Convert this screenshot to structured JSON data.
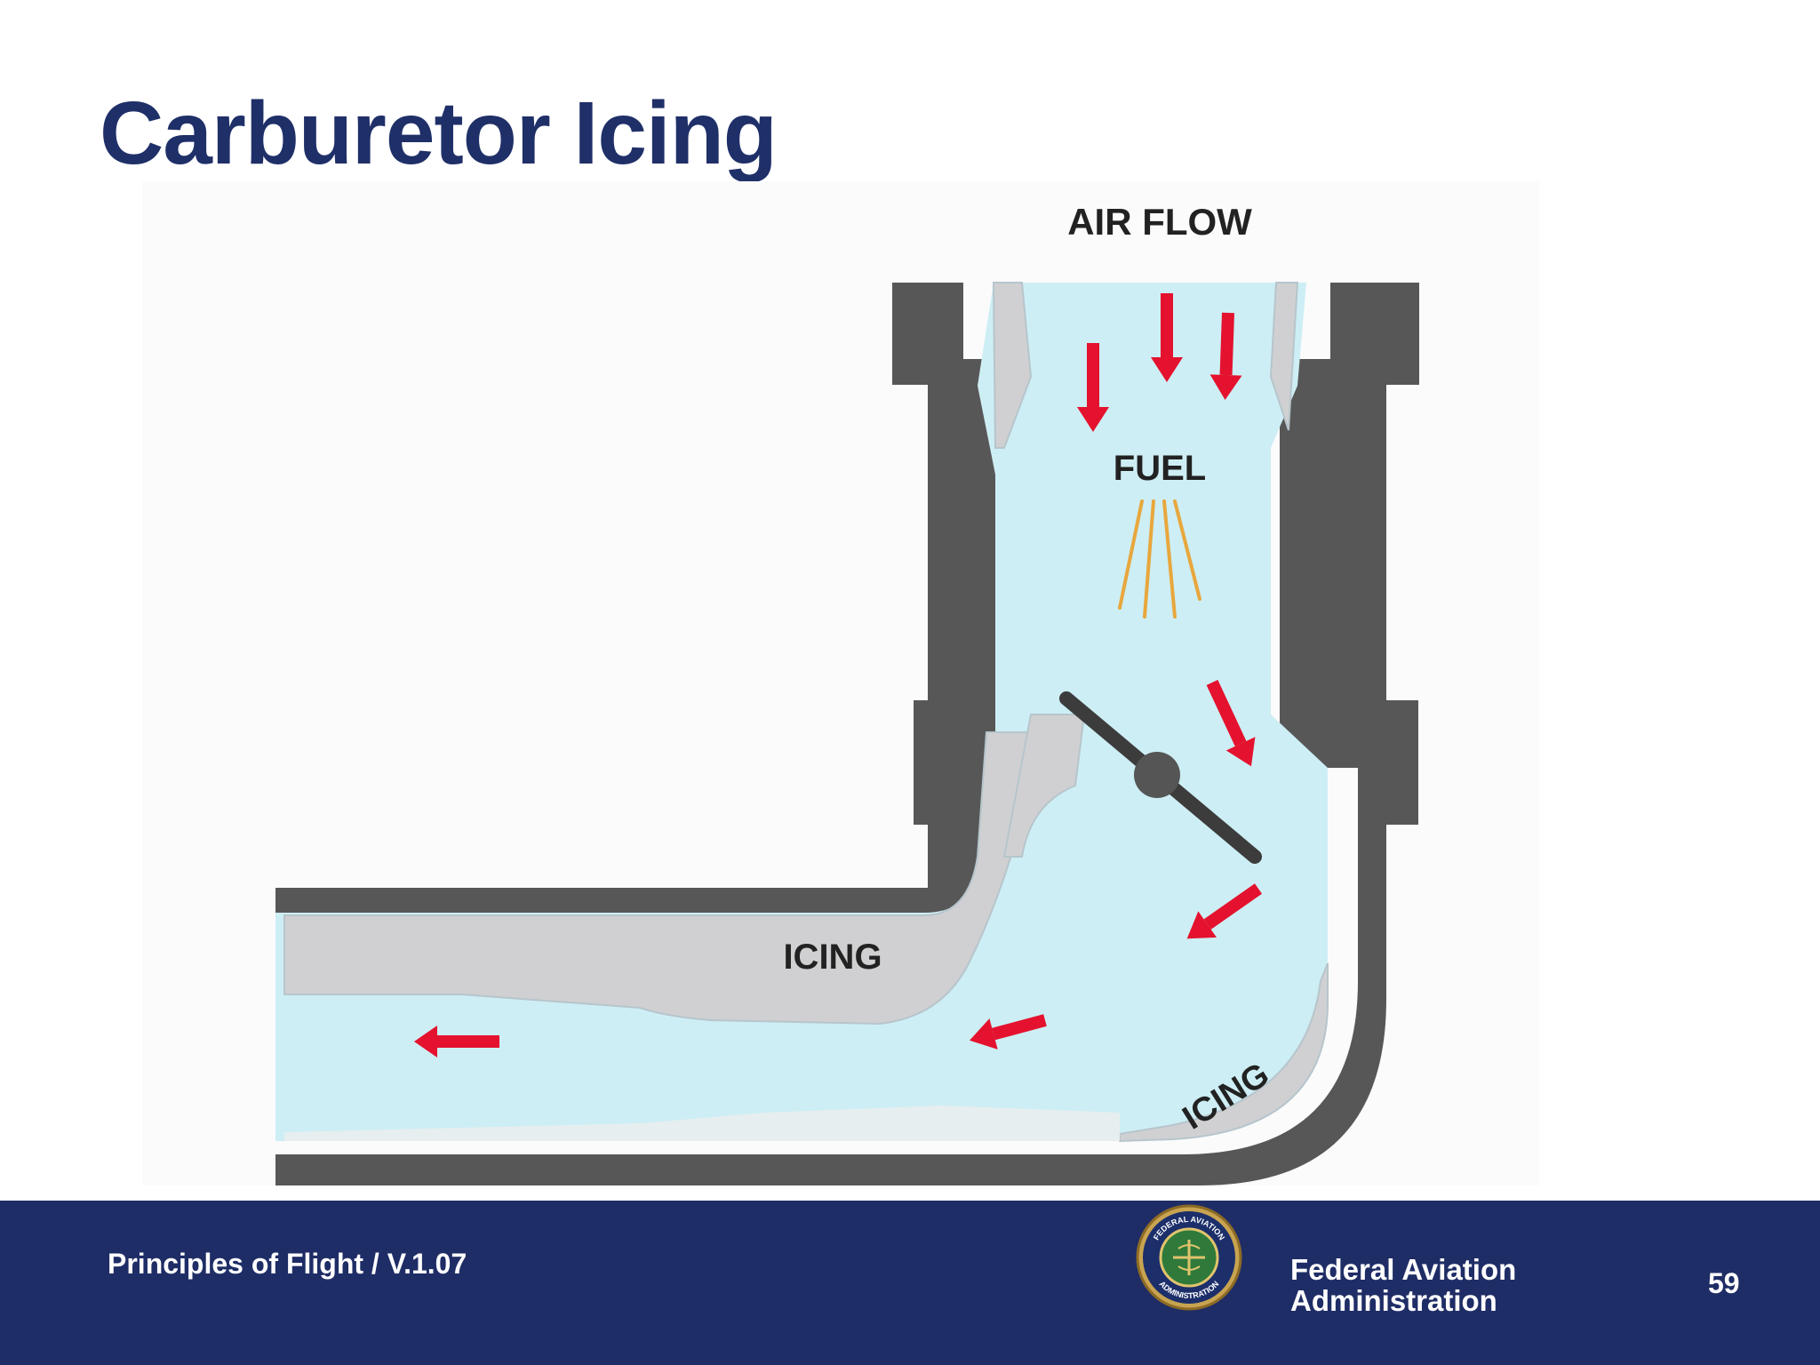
{
  "slide": {
    "title": "Carburetor Icing"
  },
  "diagram": {
    "labels": {
      "air_flow": "AIR FLOW",
      "fuel": "FUEL",
      "icing_left": "ICING",
      "icing_bend": "ICING"
    },
    "colors": {
      "wall": "#575757",
      "airflow": "#cdeef4",
      "ice": "#d0d0d2",
      "arrow": "#e4122e",
      "fuel_spray": "#e8a73d"
    }
  },
  "footer": {
    "course": "Principles of Flight / V.1.07",
    "agency_line1": "Federal Aviation",
    "agency_line2": "Administration",
    "page_number": "59",
    "seal_text_top": "FEDERAL AVIATION",
    "seal_text_bottom": "ADMINISTRATION"
  }
}
